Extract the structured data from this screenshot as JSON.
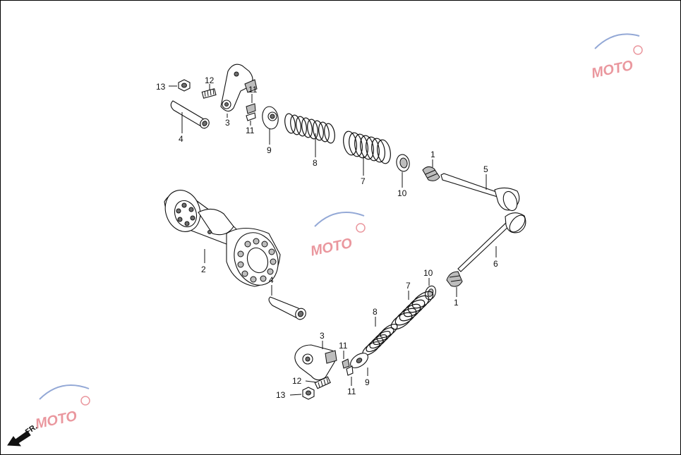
{
  "callouts": {
    "c1a": "1",
    "c1b": "1",
    "c2": "2",
    "c3a": "3",
    "c3b": "3",
    "c4a": "4",
    "c4b": "4",
    "c5": "5",
    "c6": "6",
    "c7a": "7",
    "c7b": "7",
    "c8a": "8",
    "c8b": "8",
    "c9a": "9",
    "c9b": "9",
    "c10a": "10",
    "c10b": "10",
    "c11a": "11",
    "c11b": "11",
    "c11c": "11",
    "c11d": "11",
    "c12a": "12",
    "c12b": "12",
    "c13a": "13",
    "c13b": "13"
  },
  "direction": {
    "label": "FR."
  },
  "watermark": {
    "text": "MOTO"
  },
  "colors": {
    "line": "#111111",
    "shade": "#bdbdbd",
    "watermark_red": "#d9434f",
    "watermark_blue": "#3b62b5"
  }
}
